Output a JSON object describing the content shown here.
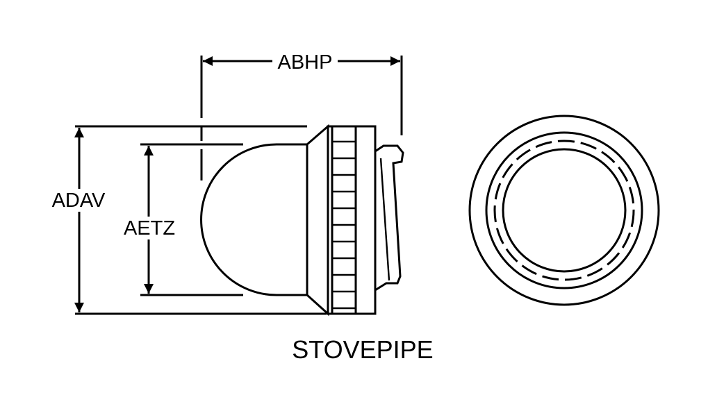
{
  "labels": {
    "abhp": "ABHP",
    "adav": "ADAV",
    "aetz": "AETZ"
  },
  "caption": "STOVEPIPE"
}
